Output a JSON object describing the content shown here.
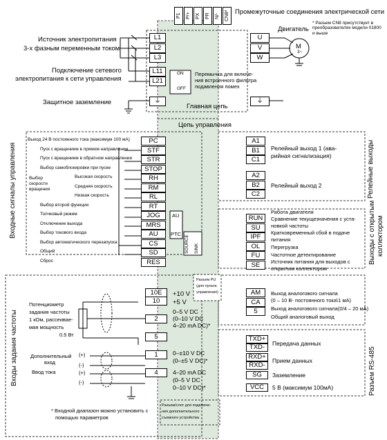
{
  "header": {
    "dc_bus_title": "Промежуточные соединения электрической сети",
    "dc_terminals": [
      "P1",
      "P/+",
      "PX",
      "PR",
      "N/-",
      "CN8*"
    ],
    "cn8_note": "* Разъем CN8 присутствует в преобразователях модели 01800 и выше"
  },
  "power": {
    "source_label_1": "Источник электропитания",
    "source_label_2": "3-х фазным переменным током",
    "input_terminals": [
      "L1",
      "L2",
      "L3"
    ],
    "control_supply_label_1": "Подключение сетевого",
    "control_supply_label_2": "электропитания к сети управления",
    "control_terminals": [
      "L11",
      "L21"
    ],
    "switch_on": "ON",
    "switch_off": "OFF",
    "filter_note_1": "Перемычка для включе-",
    "filter_note_2": "ния встроенного фильтра",
    "filter_note_3": "подавления помех",
    "ground_label": "Защитное заземление",
    "main_circuit_label": "Главная цепь",
    "motor_label": "Двигатель",
    "motor_symbol": "M",
    "motor_phase": "3~",
    "output_terminals": [
      "U",
      "V",
      "W"
    ]
  },
  "control": {
    "title": "Цепь управления",
    "inputs_group_label": "Входные сигналы управления",
    "input_terminals": [
      "PC",
      "STF",
      "STR",
      "STOP",
      "RH",
      "RM",
      "RL",
      "RT",
      "JOG",
      "MRS",
      "AU",
      "CS",
      "SD",
      "RES"
    ],
    "input_labels": {
      "pc": "Выход 24 В постоянного тока (максимум 100 мА)",
      "stf": "Пуск с вращением в прямом направлении",
      "str": "Пуск с вращением в обратном направлении",
      "stop": "Выбор самоблокировки при пуске",
      "rh": "Высокая скорость",
      "rm": "Средняя скорость",
      "rl": "Низкая скорость",
      "rt": "Выбор второй функции",
      "jog": "Толчковый режим",
      "mrs": "Отключение выхода",
      "au": "Выбор токового входа",
      "cs": "Выбор автоматического перезапуска",
      "sd": "Общий",
      "res": "Сброс"
    },
    "speed_select_1": "Выбор",
    "speed_select_2": "скорости",
    "speed_select_3": "вращения",
    "au_jumper": "AU",
    "ptc_jumper": "PTC",
    "ptc_suffix": "PTC",
    "source_label": "SOURCE",
    "sink_label": "SINK",
    "relay_group_label": "Релейные выходы",
    "relay_terminals_1": [
      "A1",
      "B1",
      "C1"
    ],
    "relay_terminals_2": [
      "A2",
      "B2",
      "C2"
    ],
    "relay1_label_1": "Релейный выход 1 (ава-",
    "relay1_label_2": "рийная сигнализация)",
    "relay2_label": "Релейный выход 2",
    "oc_group_label_1": "Выходы с открытым",
    "oc_group_label_2": "коллектором",
    "oc_terminals": [
      "RUN",
      "SU",
      "IPF",
      "OL",
      "FU",
      "SE"
    ],
    "oc_labels": [
      "Работа двигателя",
      "Сравнение текущезначения с уста-",
      "новкой частоты",
      "Кратковременный сбой в подаче",
      "питания",
      "Перегрузка",
      "Частотное детектирование",
      "Источник питания для выходов с",
      "открытым коллектором"
    ]
  },
  "analog": {
    "group_label": "Входы задания частоты",
    "terminals": [
      "10E",
      "10",
      "2",
      "5",
      "1",
      "4"
    ],
    "v10e": "+10 V",
    "v10": "+5 V",
    "t2_1": "0–5 V DC",
    "t2_2": "(0–10 V DC",
    "t2_3": "4–20 mA DC)*",
    "t1_1": "0–±10 V DC",
    "t1_2": "(0–±5 V DC)*",
    "t4_1": "4–20 mA DC",
    "t4_2": "(0–5 V DC",
    "t4_3": "0–10 V DC)*",
    "pot_label": [
      "Потенциометр",
      "задания частоты",
      "1 кОм, рассеивае-",
      "мая мощность",
      "0.5 Вт"
    ],
    "aux_input_1": "Дополнительный",
    "aux_input_2": "вход",
    "current_input": "Ввод тока",
    "plus": "(+)",
    "minus": "(-)",
    "footnote_1": "* Входной диапазон можно установить с",
    "footnote_2": "помощью параметров",
    "pu_connector": [
      "Разъем PU",
      "(для пульта",
      "управления)"
    ],
    "option_connector": [
      "Разъем/слот для подключе-",
      "ния дополнительного",
      "съемного устройства"
    ]
  },
  "analog_out": {
    "terminals": [
      "AM",
      "CA",
      "5"
    ],
    "am_label_1": "Выход аналогового сигнала",
    "am_label_2": "(0 – 10 В- постоянного тока\\1 мА)",
    "ca_label": "Выход аналогового сигнала(0/4 – 20 мА)",
    "common_label": "Общий аналоговый выход"
  },
  "rs485": {
    "group_label": "Разъем RS-485",
    "terminals": [
      "TXD+",
      "TXD-",
      "RXD+",
      "RXD-",
      "SG",
      "VCC"
    ],
    "labels": [
      "Передача данных",
      "Прием данных",
      "Заземление",
      "5 В (максимум 100мА)"
    ]
  }
}
